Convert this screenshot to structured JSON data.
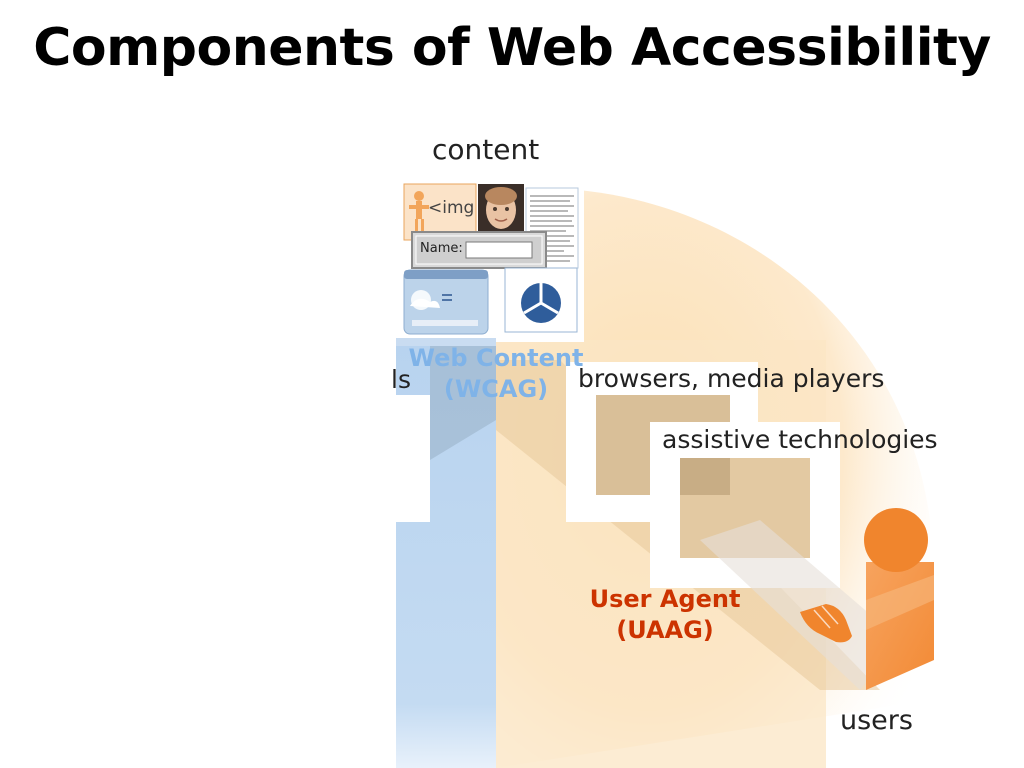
{
  "slide": {
    "title": "Components of Web Accessibility"
  },
  "diagram": {
    "labels": {
      "content": "content",
      "tools_partial": "ls",
      "browsers": "browsers, media players",
      "assistive": "assistive technologies",
      "users": "users"
    },
    "captions": {
      "wcag_line1": "Web Content",
      "wcag_line2": "(WCAG)",
      "uaag_line1": "User Agent",
      "uaag_line2": "(UAAG)"
    },
    "content_collage": {
      "img_tag_text": "<img",
      "form_label": "Name:"
    },
    "colors": {
      "wcag_blue": "#7fb3e8",
      "uaag_red": "#cc3300",
      "user_orange": "#f0852d",
      "ua_beam": "#f7d8a4"
    },
    "icons": [
      "person-icon",
      "hand-icon",
      "child-photo-icon",
      "weather-widget-icon",
      "pie-chart-icon",
      "text-page-icon",
      "form-field-icon",
      "html-img-icon"
    ]
  }
}
